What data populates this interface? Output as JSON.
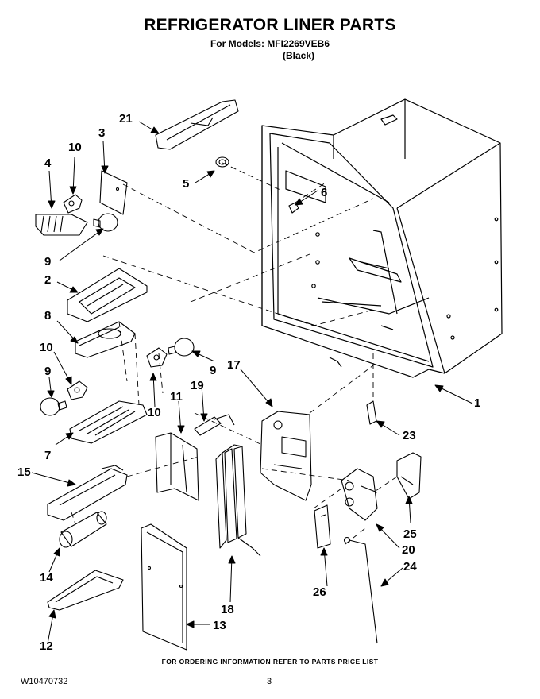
{
  "header": {
    "title": "REFRIGERATOR LINER PARTS",
    "models_line": "For Models: MFI2269VEB6",
    "color_line": "(Black)"
  },
  "callouts": [
    "1",
    "2",
    "3",
    "4",
    "5",
    "6",
    "7",
    "8",
    "9",
    "9",
    "9",
    "10",
    "10",
    "10",
    "11",
    "12",
    "13",
    "14",
    "15",
    "17",
    "18",
    "19",
    "20",
    "21",
    "23",
    "24",
    "25",
    "26"
  ],
  "footer": {
    "ordering_note": "FOR ORDERING INFORMATION REFER TO PARTS PRICE LIST",
    "document_number": "W10470732",
    "page_number": "3"
  }
}
